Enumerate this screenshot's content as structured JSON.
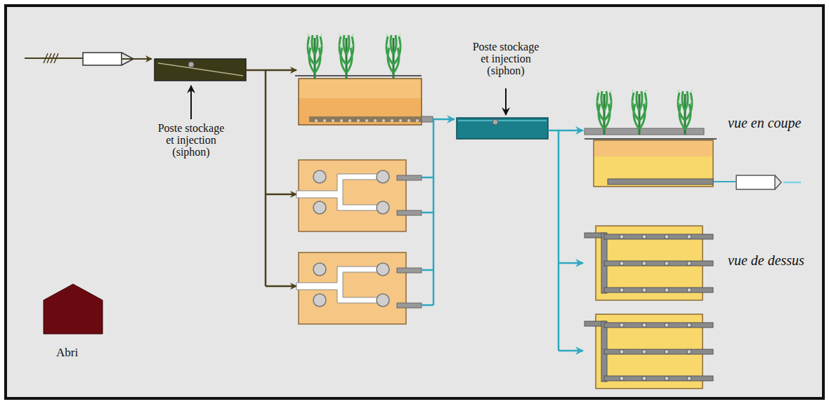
{
  "diagram": {
    "labels": [
      "Poste stockage et injection (siphon)",
      "Poste stockage et injection (siphon)",
      "vue en coupe",
      "vue de dessus",
      "Abri"
    ]
  }
}
